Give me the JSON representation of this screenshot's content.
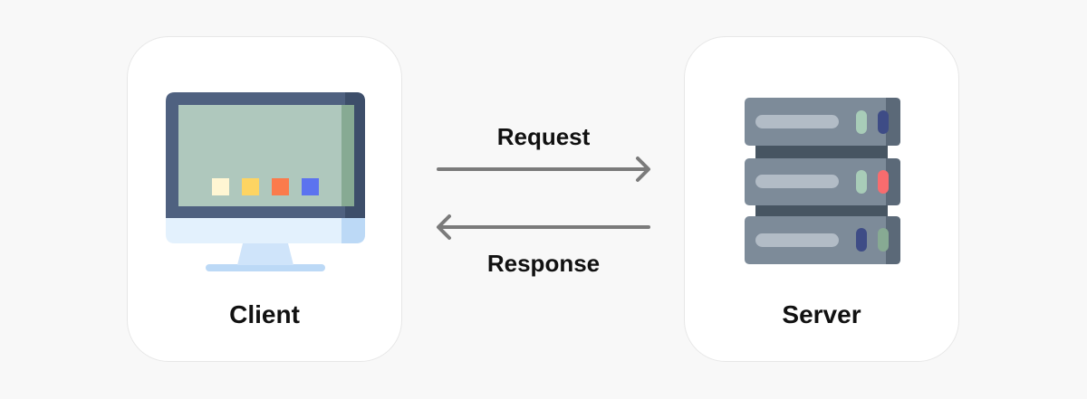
{
  "client": {
    "label": "Client",
    "icon": "monitor-icon"
  },
  "server": {
    "label": "Server",
    "icon": "server-rack-icon"
  },
  "flows": {
    "request_label": "Request",
    "response_label": "Response"
  },
  "colors": {
    "background": "#f8f8f8",
    "card": "#ffffff",
    "arrow": "#7b7b7b",
    "monitor_frame": "#4f6180",
    "monitor_screen": "#afc8bd",
    "monitor_stand": "#bcd9f6",
    "server_body": "#7d8b99",
    "server_dark": "#475562"
  }
}
